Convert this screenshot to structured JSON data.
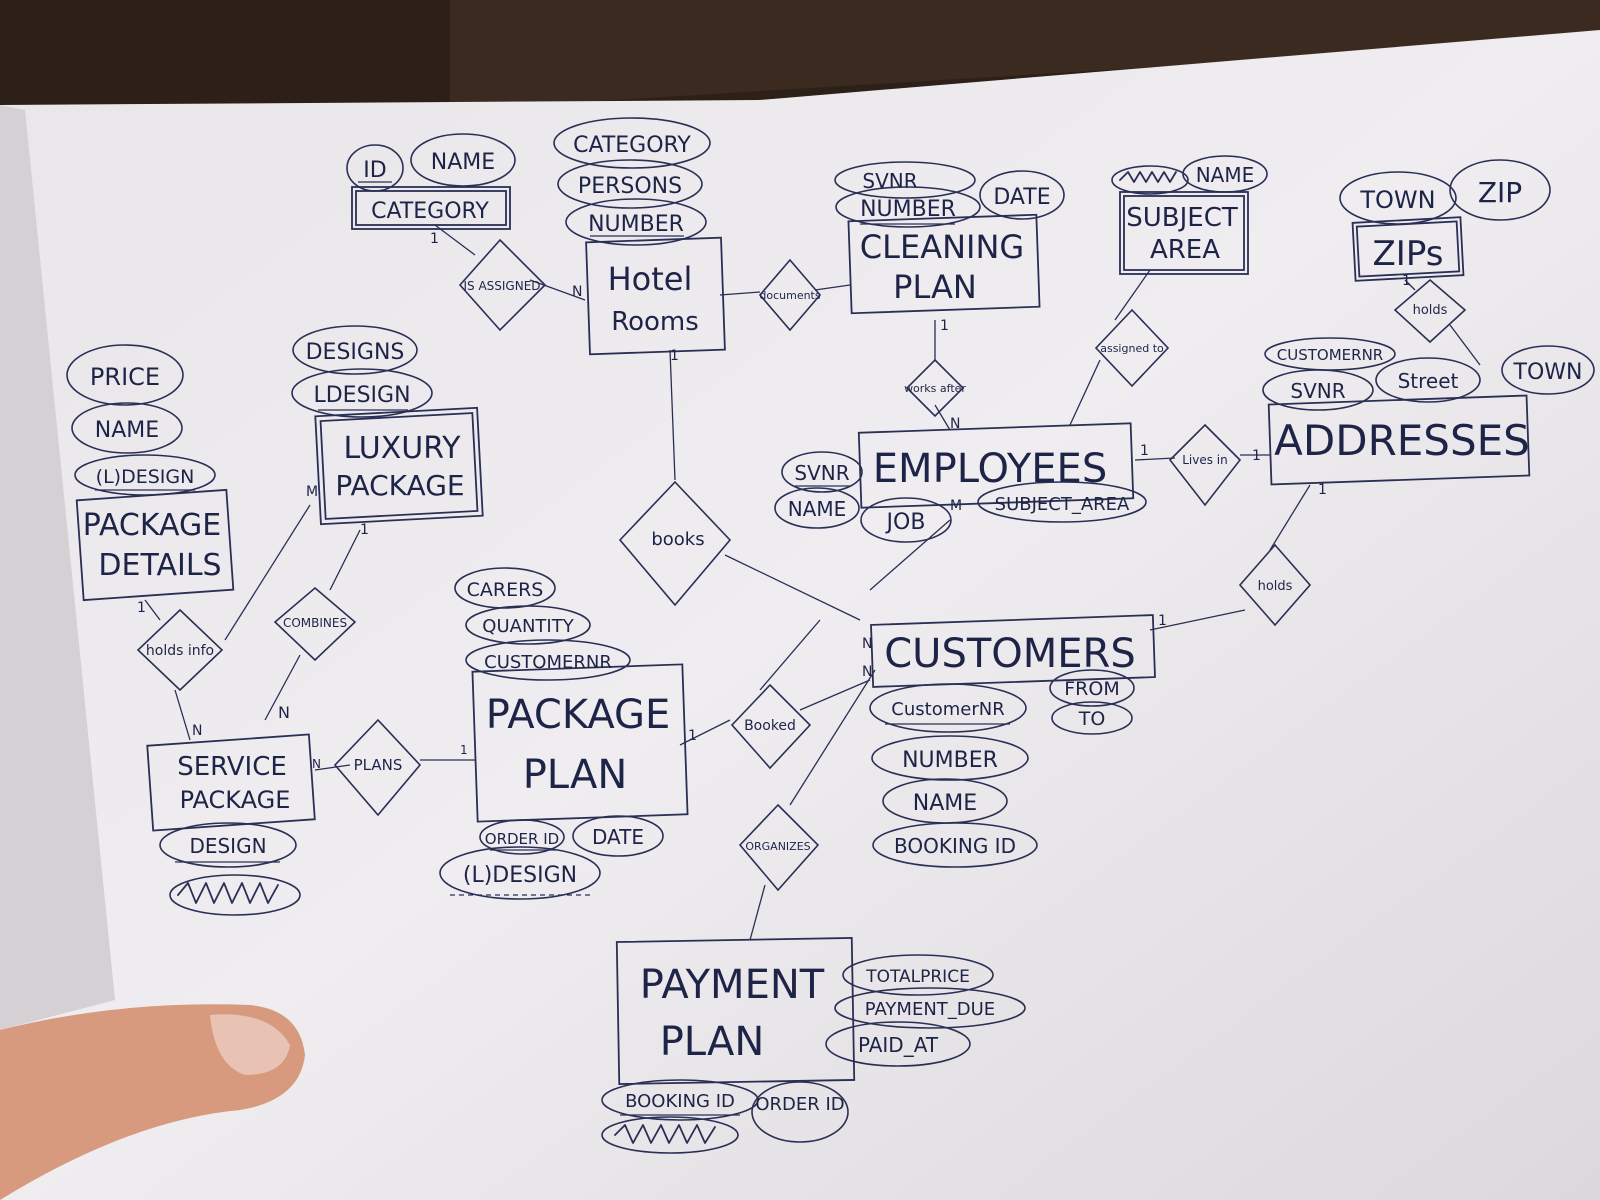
{
  "entities": [
    {
      "id": "category",
      "label": "CATEGORY",
      "lines": [
        "CATEGORY"
      ]
    },
    {
      "id": "hotel-rooms",
      "label": "Hotel Rooms",
      "lines": [
        "Hotel",
        "Rooms"
      ]
    },
    {
      "id": "cleaning-plan",
      "label": "CLEANING PLAN",
      "lines": [
        "CLEANING",
        "PLAN"
      ]
    },
    {
      "id": "subject-area",
      "label": "SUBJECT AREA",
      "lines": [
        "SUBJECT",
        "AREA"
      ]
    },
    {
      "id": "zips",
      "label": "ZIPs",
      "lines": [
        "ZIPs"
      ]
    },
    {
      "id": "luxury-package",
      "label": "LUXURY PACKAGE",
      "lines": [
        "LUXURY",
        "PACKAGE"
      ]
    },
    {
      "id": "package-details",
      "label": "PACKAGE DETAILS",
      "lines": [
        "PACKAGE",
        "DETAILS"
      ]
    },
    {
      "id": "employees",
      "label": "EMPLOYEES",
      "lines": [
        "EMPLOYEES"
      ]
    },
    {
      "id": "addresses",
      "label": "ADDRESSES",
      "lines": [
        "ADDRESSES"
      ]
    },
    {
      "id": "customers",
      "label": "CUSTOMERS",
      "lines": [
        "CUSTOMERS"
      ]
    },
    {
      "id": "package-plan",
      "label": "PACKAGE PLAN",
      "lines": [
        "PACKAGE",
        "PLAN"
      ]
    },
    {
      "id": "service-package",
      "label": "SERVICE PACKAGE",
      "lines": [
        "SERVICE",
        "PACKAGE"
      ]
    },
    {
      "id": "payment-plan",
      "label": "PAYMENT PLAN",
      "lines": [
        "PAYMENT",
        "PLAN"
      ]
    }
  ],
  "attributes": [
    {
      "id": "category-id",
      "label": "ID",
      "key": true
    },
    {
      "id": "category-name",
      "label": "NAME",
      "key": false
    },
    {
      "id": "rooms-category",
      "label": "CATEGORY",
      "key": false
    },
    {
      "id": "rooms-persons",
      "label": "PERSONS",
      "key": false
    },
    {
      "id": "rooms-number",
      "label": "NUMBER",
      "key": true
    },
    {
      "id": "cleaning-svnr",
      "label": "SVNR",
      "key": false
    },
    {
      "id": "cleaning-number",
      "label": "NUMBER",
      "key": true
    },
    {
      "id": "cleaning-date",
      "label": "DATE",
      "key": false
    },
    {
      "id": "subject-name",
      "label": "NAME",
      "key": false
    },
    {
      "id": "zips-town",
      "label": "TOWN",
      "key": false
    },
    {
      "id": "zips-zip",
      "label": "ZIP",
      "key": false
    },
    {
      "id": "luxury-designs",
      "label": "DESIGNS",
      "key": false
    },
    {
      "id": "luxury-ldesign",
      "label": "LDESIGN",
      "key": true
    },
    {
      "id": "details-price",
      "label": "PRICE",
      "key": false
    },
    {
      "id": "details-name",
      "label": "NAME",
      "key": false
    },
    {
      "id": "details-design",
      "label": "(L)DESIGN",
      "key": true
    },
    {
      "id": "employees-svnr",
      "label": "SVNR",
      "key": true
    },
    {
      "id": "employees-name",
      "label": "NAME",
      "key": false
    },
    {
      "id": "employees-job",
      "label": "JOB",
      "key": false
    },
    {
      "id": "employees-subject",
      "label": "SUBJECT_AREA",
      "key": false
    },
    {
      "id": "addresses-customernr",
      "label": "CUSTOMERNR",
      "key": false
    },
    {
      "id": "addresses-svnr",
      "label": "SVNR",
      "key": false
    },
    {
      "id": "addresses-street",
      "label": "Street",
      "key": false
    },
    {
      "id": "addresses-town",
      "label": "TOWN",
      "key": false
    },
    {
      "id": "customers-customernr",
      "label": "CustomerNR",
      "key": true
    },
    {
      "id": "customers-from",
      "label": "FROM",
      "key": false
    },
    {
      "id": "customers-to",
      "label": "TO",
      "key": false
    },
    {
      "id": "customers-number",
      "label": "NUMBER",
      "key": false
    },
    {
      "id": "customers-name",
      "label": "NAME",
      "key": false
    },
    {
      "id": "customers-bookingid",
      "label": "BOOKING ID",
      "key": false
    },
    {
      "id": "pkgplan-carers",
      "label": "CARERS",
      "key": false
    },
    {
      "id": "pkgplan-quantity",
      "label": "QUANTITY",
      "key": false
    },
    {
      "id": "pkgplan-customernr",
      "label": "CUSTOMERNR",
      "key": false
    },
    {
      "id": "pkgplan-orderid",
      "label": "ORDER ID",
      "key": true
    },
    {
      "id": "pkgplan-date",
      "label": "DATE",
      "key": false
    },
    {
      "id": "pkgplan-design",
      "label": "(L)DESIGN",
      "key": false
    },
    {
      "id": "service-design",
      "label": "DESIGN",
      "key": true
    },
    {
      "id": "payment-totalprice",
      "label": "TOTALPRICE",
      "key": false
    },
    {
      "id": "payment-due",
      "label": "PAYMENT_DUE",
      "key": false
    },
    {
      "id": "payment-paid",
      "label": "PAID_AT",
      "key": false
    },
    {
      "id": "payment-bookingid",
      "label": "BOOKING ID",
      "key": true
    },
    {
      "id": "payment-orderid",
      "label": "ORDER ID",
      "key": false
    }
  ],
  "relationships": [
    {
      "id": "is-assigned",
      "label": "IS ASSIGNED"
    },
    {
      "id": "documents",
      "label": "documents"
    },
    {
      "id": "works-after",
      "label": "works after"
    },
    {
      "id": "assigned-to",
      "label": "assigned to"
    },
    {
      "id": "holds-zip",
      "label": "holds"
    },
    {
      "id": "lives-in",
      "label": "Lives in"
    },
    {
      "id": "books",
      "label": "books"
    },
    {
      "id": "holds-address",
      "label": "holds"
    },
    {
      "id": "holds-info",
      "label": "holds info"
    },
    {
      "id": "combines",
      "label": "COMBINES"
    },
    {
      "id": "plans",
      "label": "PLANS"
    },
    {
      "id": "booked",
      "label": "Booked"
    },
    {
      "id": "organizes",
      "label": "ORGANIZES"
    }
  ],
  "cardinalities": {
    "one": "1",
    "many": "N",
    "m": "M"
  }
}
